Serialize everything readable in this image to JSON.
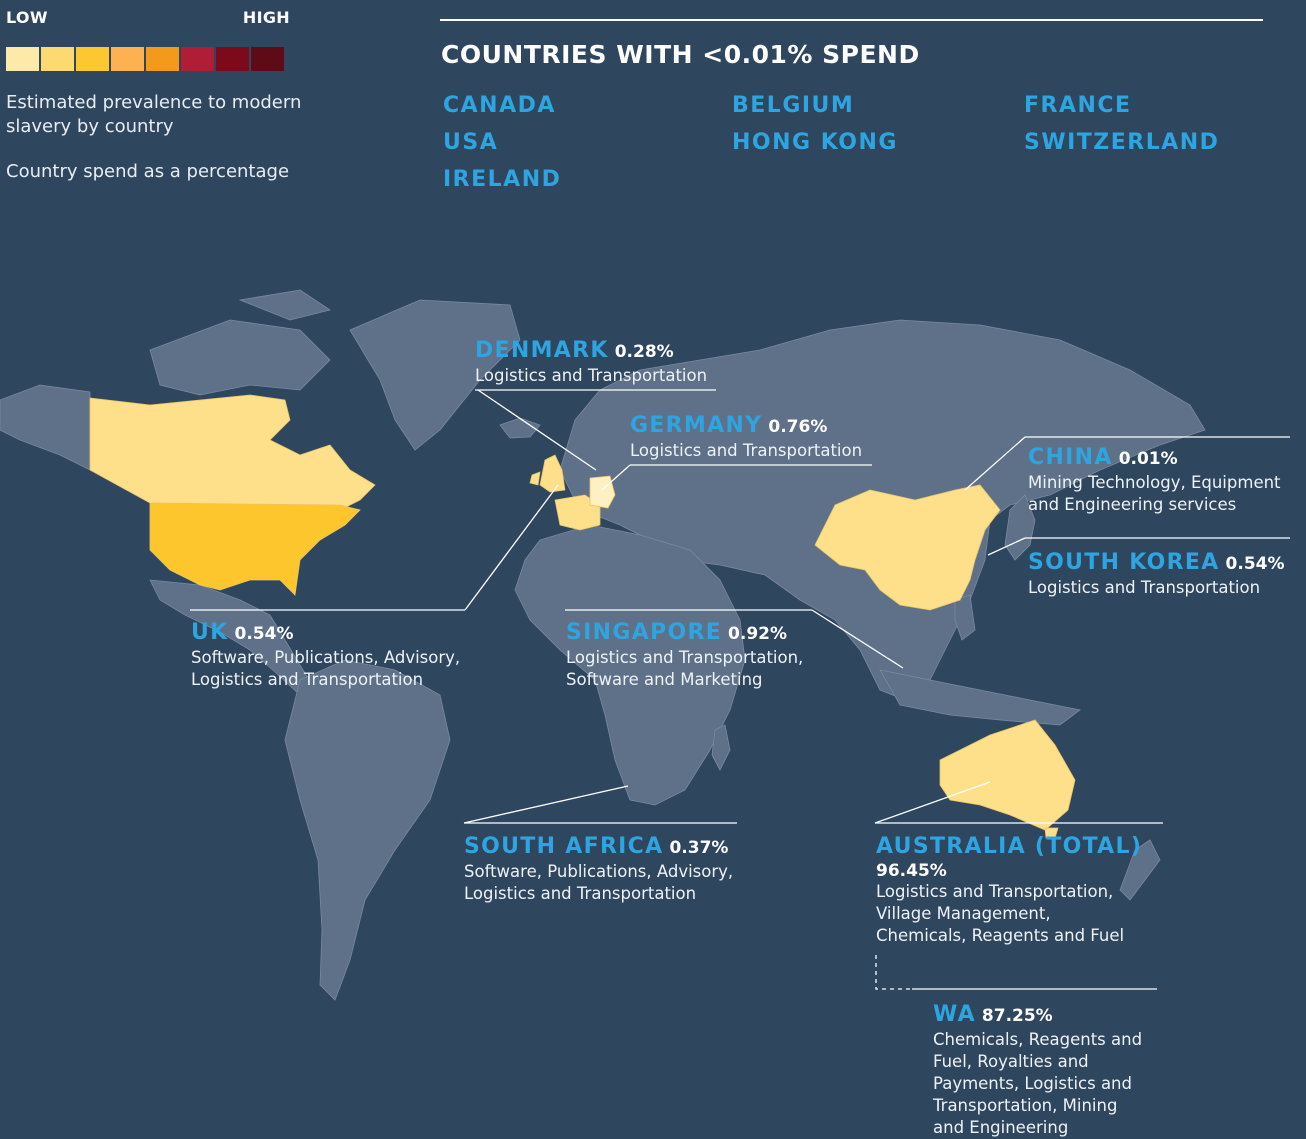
{
  "legend": {
    "low_label": "LOW",
    "high_label": "HIGH",
    "scale_colors": [
      "#fde9a8",
      "#fdd971",
      "#fdc730",
      "#fdb150",
      "#f39a1d",
      "#b01e35",
      "#7c0a1a",
      "#5e0b17"
    ],
    "caption_prevalence": "Estimated prevalence to modern slavery by country",
    "caption_spend": "Country spend as a percentage"
  },
  "low_spend": {
    "title": "COUNTRIES WITH <0.01% SPEND",
    "countries": [
      "CANADA",
      "BELGIUM",
      "FRANCE",
      "USA",
      "HONG KONG",
      "SWITZERLAND",
      "IRELAND"
    ]
  },
  "colors": {
    "background": "#2e465e",
    "land": "#5e7188",
    "accent_blue": "#2ea4e0",
    "highlight_low": "#fee08a",
    "highlight_mid": "#fdc62c"
  },
  "countries": {
    "denmark": {
      "name": "DENMARK",
      "pct": "0.28%",
      "desc": "Logistics and Transportation"
    },
    "germany": {
      "name": "GERMANY",
      "pct": "0.76%",
      "desc": "Logistics and Transportation"
    },
    "china": {
      "name": "CHINA",
      "pct": "0.01%",
      "desc": "Mining Technology, Equipment and Engineering services"
    },
    "south_korea": {
      "name": "SOUTH KOREA",
      "pct": "0.54%",
      "desc": "Logistics and Transportation"
    },
    "uk": {
      "name": "UK",
      "pct": "0.54%",
      "desc": "Software, Publications, Advisory, Logistics and Transportation"
    },
    "singapore": {
      "name": "SINGAPORE",
      "pct": "0.92%",
      "desc": "Logistics and Transportation, Software and Marketing"
    },
    "south_africa": {
      "name": "SOUTH AFRICA",
      "pct": "0.37%",
      "desc": "Software, Publications, Advisory, Logistics and Transportation"
    },
    "australia": {
      "name": "AUSTRALIA (TOTAL)",
      "pct": "96.45%",
      "desc": "Logistics and Transportation, Village Management, Chemicals, Reagents and Fuel"
    },
    "wa": {
      "name": "WA",
      "pct": "87.25%",
      "desc": "Chemicals, Reagents and Fuel, Royalties and Payments, Logistics and Transportation, Mining and Engineering"
    }
  }
}
